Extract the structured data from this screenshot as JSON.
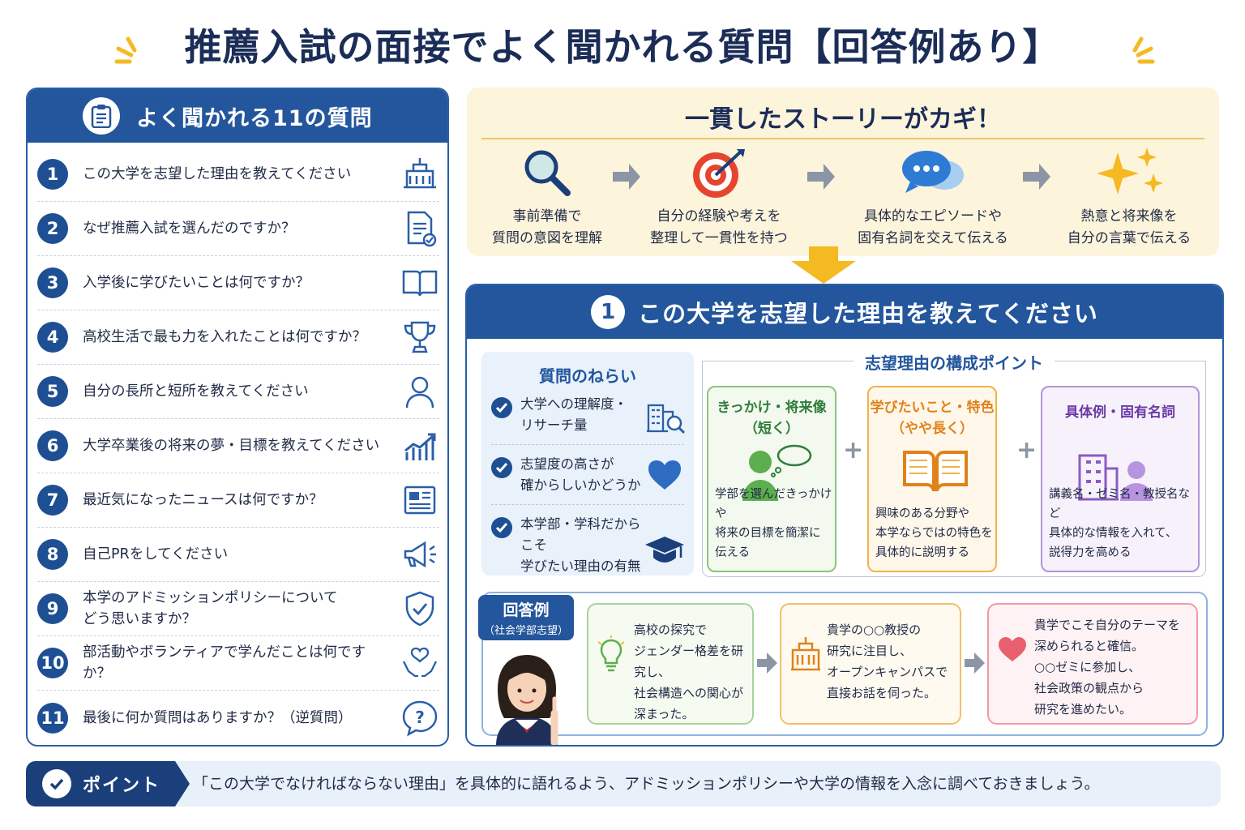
{
  "title": "推薦入試の面接でよく聞かれる質問【回答例あり】",
  "questions_panel": {
    "header": "よく聞かれる11の質問",
    "items": [
      {
        "num": "1",
        "text": "この大学を志望した理由を教えてください",
        "icon": "university-building-icon"
      },
      {
        "num": "2",
        "text": "なぜ推薦入試を選んだのですか？",
        "icon": "document-check-icon"
      },
      {
        "num": "3",
        "text": "入学後に学びたいことは何ですか？",
        "icon": "open-book-icon"
      },
      {
        "num": "4",
        "text": "高校生活で最も力を入れたことは何ですか？",
        "icon": "trophy-icon"
      },
      {
        "num": "5",
        "text": "自分の長所と短所を教えてください",
        "icon": "person-icon"
      },
      {
        "num": "6",
        "text": "大学卒業後の将来の夢・目標を教えてください",
        "icon": "growth-chart-icon"
      },
      {
        "num": "7",
        "text": "最近気になったニュースは何ですか？",
        "icon": "newspaper-icon"
      },
      {
        "num": "8",
        "text": "自己PRをしてください",
        "icon": "megaphone-icon"
      },
      {
        "num": "9",
        "text": "本学のアドミッションポリシーについてどう思いますか？",
        "icon": "shield-check-icon"
      },
      {
        "num": "10",
        "text": "部活動やボランティアで学んだことは何ですか？",
        "icon": "heart-hands-icon"
      },
      {
        "num": "11",
        "text": "最後に何か質問はありますか？（逆質問）",
        "icon": "question-icon"
      }
    ]
  },
  "story": {
    "title": "一貫したストーリーがカギ！",
    "steps": [
      {
        "line1": "事前準備で",
        "line2": "質問の意図を理解",
        "icon": "magnifier-icon"
      },
      {
        "line1": "自分の経験や考えを",
        "line2": "整理して一貫性を持つ",
        "icon": "target-icon"
      },
      {
        "line1": "具体的なエピソードや",
        "line2": "固有名詞を交えて伝える",
        "icon": "chat-bubbles-icon"
      },
      {
        "line1": "熱意と将来像を",
        "line2": "自分の言葉で伝える",
        "icon": "sparkles-icon"
      }
    ]
  },
  "q1": {
    "num": "1",
    "title": "この大学を志望した理由を教えてください",
    "aim": {
      "title": "質問のねらい",
      "items": [
        {
          "line1": "大学への理解度・",
          "line2": "リサーチ量"
        },
        {
          "line1": "志望度の高さが",
          "line2": "確からしいかどうか"
        },
        {
          "line1": "本学部・学科だからこそ",
          "line2": "学びたい理由の有無"
        }
      ]
    },
    "points": {
      "title": "志望理由の構成ポイント",
      "cards": [
        {
          "h1": "きっかけ・将来像",
          "h2": "（短く）",
          "b1": "学部を選んだきっかけや",
          "b2": "将来の目標を簡潔に",
          "b3": "伝える"
        },
        {
          "h1": "学びたいこと・特色",
          "h2": "（やや長く）",
          "b1": "興味のある分野や",
          "b2": "本学ならではの特色を",
          "b3": "具体的に説明する"
        },
        {
          "h1": "具体例・固有名詞",
          "h2": "",
          "b1": "講義名・ゼミ名・教授名など",
          "b2": "具体的な情報を入れて、",
          "b3": "説得力を高める"
        }
      ],
      "plus": "+"
    },
    "answer": {
      "label": "回答例",
      "sublabel": "（社会学部志望）",
      "bubbles": [
        {
          "l1": "高校の探究で",
          "l2": "ジェンダー格差を研究し、",
          "l3": "社会構造への関心が",
          "l4": "深まった。"
        },
        {
          "l1": "貴学の○○教授の",
          "l2": "研究に注目し、",
          "l3": "オープンキャンパスで",
          "l4": "直接お話を伺った。"
        },
        {
          "l1": "貴学でこそ自分のテーマを",
          "l2": "深められると確信。",
          "l3": "○○ゼミに参加し、",
          "l4": "社会政策の観点から",
          "l5": "研究を進めたい。"
        }
      ]
    }
  },
  "point": {
    "label": "ポイント",
    "text": "「この大学でなければならない理由」を具体的に語れるよう、アドミッションポリシーや大学の情報を入念に調べておきましょう。"
  },
  "colors": {
    "navy": "#23569c",
    "gold": "#f5b921",
    "cream": "#fdf4dc"
  }
}
